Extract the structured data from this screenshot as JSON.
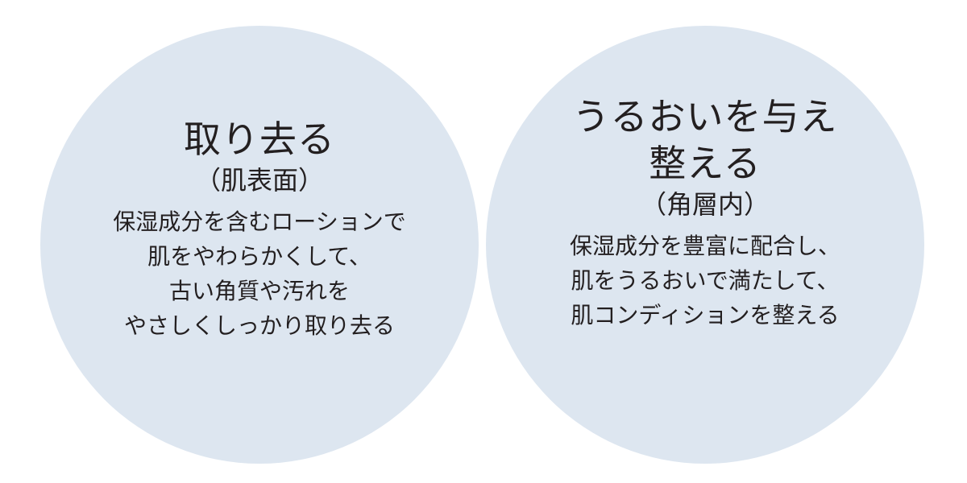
{
  "left": {
    "title_lines": [
      "取り去る"
    ],
    "subtitle": "（肌表面）",
    "desc_lines": [
      "保湿成分を含むローションで",
      "肌をやわらかくして、",
      "古い角質や汚れを",
      "やさしくしっかり取り去る"
    ],
    "bg_color": "#dde6f0"
  },
  "right": {
    "title_lines": [
      "うるおいを与え",
      "整える"
    ],
    "subtitle": "（角層内）",
    "desc_lines": [
      "保湿成分を豊富に配合し、",
      "肌をうるおいで満たして、",
      "肌コンディションを整える"
    ],
    "bg_color": "#dde6f0"
  }
}
